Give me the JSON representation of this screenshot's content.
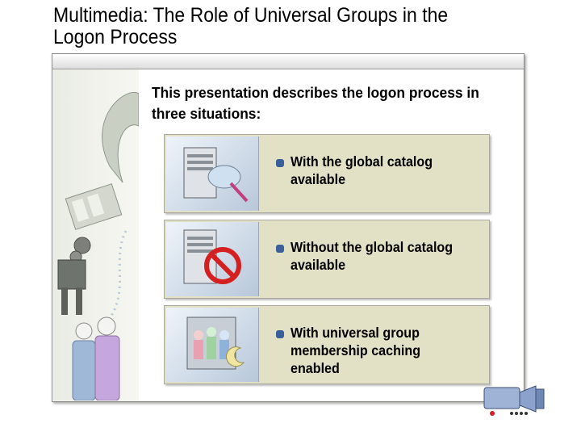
{
  "slide": {
    "title": "Multimedia: The Role of Universal Groups in the Logon Process",
    "intro": "This presentation describes the logon process in three situations:"
  },
  "items": [
    {
      "label": "With the global catalog available",
      "icon": "server-with-catalog-icon"
    },
    {
      "label": "Without the global catalog available",
      "icon": "server-no-catalog-icon"
    },
    {
      "label": "With universal group membership caching enabled",
      "icon": "server-users-caching-icon"
    }
  ],
  "decorations": {
    "left_art": "film-reel-and-people-illustration",
    "media_icon": "video-camera-icon"
  },
  "colors": {
    "card_fill": "#e2e1c6",
    "bullet": "#3b5f9a"
  }
}
